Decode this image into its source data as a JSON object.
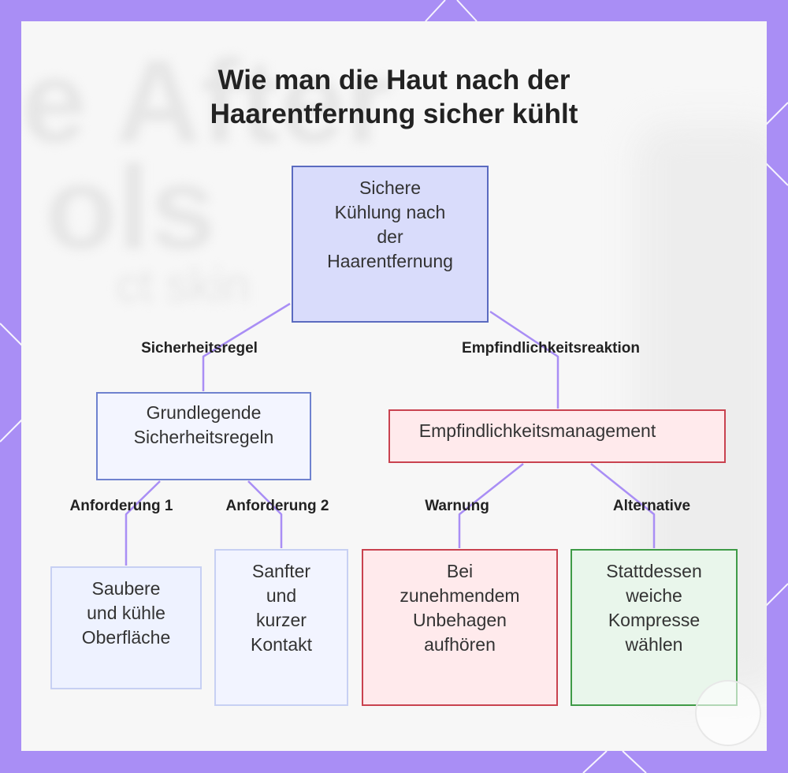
{
  "title": {
    "line1": "Wie man die Haut nach der",
    "line2": "Haarentfernung sicher kühlt"
  },
  "nodes": {
    "root": {
      "lines": [
        "Sichere",
        "Kühlung nach",
        "der",
        "Haarentfernung"
      ]
    },
    "rules": {
      "lines": [
        "Grundlegende",
        "Sicherheitsregeln"
      ]
    },
    "management": {
      "lines": [
        "Empfindlichkeitsmanagement"
      ]
    },
    "req1": {
      "lines": [
        "Saubere",
        "und kühle",
        "Oberfläche"
      ]
    },
    "req2": {
      "lines": [
        "Sanfter",
        "und",
        "kurzer",
        "Kontakt"
      ]
    },
    "warn": {
      "lines": [
        "Bei",
        "zunehmendem",
        "Unbehagen",
        "aufhören"
      ]
    },
    "alt": {
      "lines": [
        "Stattdessen",
        "weiche",
        "Kompresse",
        "wählen"
      ]
    }
  },
  "edges": {
    "sicherheitsregel": "Sicherheitsregel",
    "empfindlichkeitsreaktion": "Empfindlichkeitsreaktion",
    "anforderung1": "Anforderung 1",
    "anforderung2": "Anforderung 2",
    "warnung": "Warnung",
    "alternative": "Alternative"
  },
  "colors": {
    "background": "#a98ef5",
    "connector": "#a98ef5",
    "blue_border": "#5b6bc0",
    "red_border": "#c9424f",
    "green_border": "#3f9b47"
  }
}
